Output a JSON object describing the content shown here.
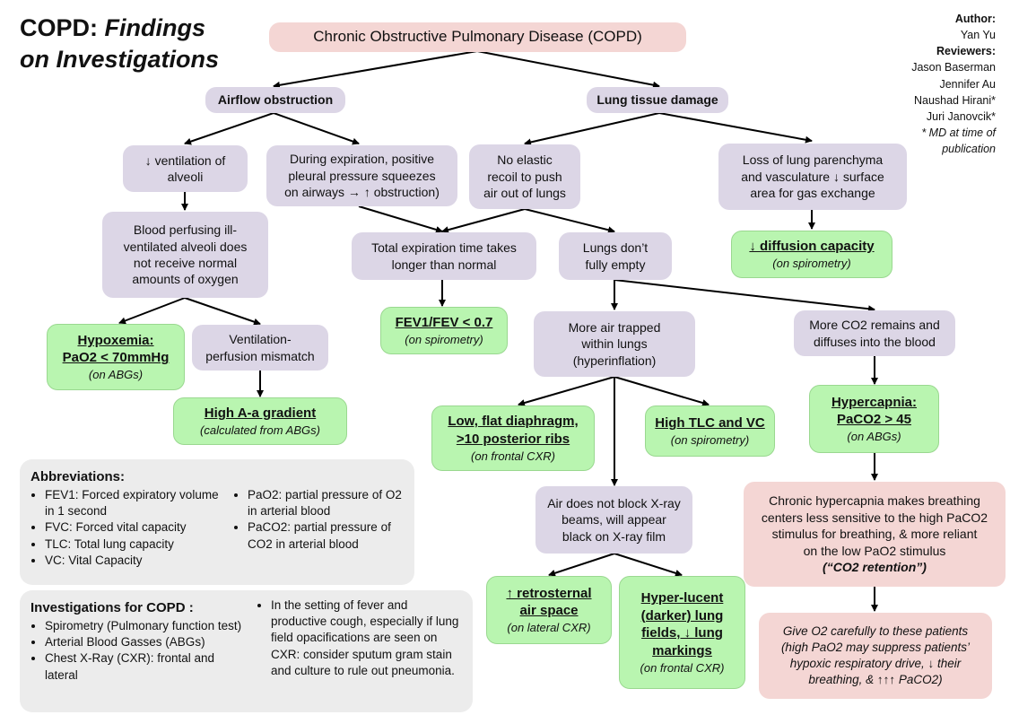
{
  "title": {
    "main": "COPD:",
    "italic_line1": "Findings",
    "italic_line2": "on Investigations"
  },
  "credits": {
    "author_label": "Author:",
    "author": "Yan Yu",
    "reviewers_label": "Reviewers:",
    "reviewers": [
      "Jason Baserman",
      "Jennifer Au",
      "Naushad Hirani*",
      "Juri Janovcik*"
    ],
    "note_line1": "* MD at time of",
    "note_line2": "publication"
  },
  "nodes": {
    "copd": "Chronic Obstructive Pulmonary Disease (COPD)",
    "airflow": "Airflow obstruction",
    "lungdamage": "Lung tissue damage",
    "vent": [
      "↓ ventilation of",
      "alveoli"
    ],
    "pleural": [
      "During expiration, positive",
      "pleural pressure squeezes",
      "on airways → ↑ obstruction)"
    ],
    "elastic": [
      "No elastic",
      "recoil to push",
      "air out of lungs"
    ],
    "parenchyma": [
      "Loss of lung parenchyma",
      "and vasculature ↓ surface",
      "area for gas exchange"
    ],
    "perfusing": [
      "Blood perfusing ill-",
      "ventilated alveoli does",
      "not receive normal",
      "amounts of oxygen"
    ],
    "exptime": [
      "Total expiration time takes",
      "longer than normal"
    ],
    "notempty": [
      "Lungs don’t",
      "fully empty"
    ],
    "diffusion": {
      "title": "↓ diffusion capacity",
      "sub": "(on spirometry)"
    },
    "hypoxemia": {
      "title": [
        "Hypoxemia:",
        "PaO2 < 70mmHg"
      ],
      "sub": "(on ABGs)"
    },
    "vq": [
      "Ventilation-",
      "perfusion mismatch"
    ],
    "fev": {
      "title": "FEV1/FEV < 0.7",
      "sub": "(on spirometry)"
    },
    "trapped": [
      "More air trapped",
      "within lungs",
      "(hyperinflation)"
    ],
    "co2": [
      "More CO2 remains and",
      "diffuses into the blood"
    ],
    "aa": {
      "title": "High A-a gradient",
      "sub": "(calculated from ABGs)"
    },
    "diaphragm": {
      "title": [
        "Low, flat diaphragm,",
        ">10 posterior ribs"
      ],
      "sub": "(on frontal CXR)"
    },
    "tlc": {
      "title": "High TLC and VC",
      "sub": "(on spirometry)"
    },
    "hypercapnia": {
      "title": [
        "Hypercapnia:",
        "PaCO2 > 45"
      ],
      "sub": "(on ABGs)"
    },
    "xray": [
      "Air does not block X-ray",
      "beams, will appear",
      "black on X-ray film"
    ],
    "chronic": [
      "Chronic hypercapnia makes breathing",
      "centers less sensitive to the high PaCO2",
      "stimulus for breathing, & more reliant",
      "on the low PaO2 stimulus"
    ],
    "chronic_tag": "(“CO2 retention”)",
    "retro": {
      "title": [
        "↑ retrosternal",
        "air space"
      ],
      "sub": "(on lateral CXR)"
    },
    "hyperlucent": {
      "title": [
        "Hyper-lucent",
        "(darker) lung",
        "fields, ↓ lung",
        "markings"
      ],
      "sub": "(on frontal CXR)"
    },
    "giveo2": [
      "Give O2 carefully to these patients",
      "(high PaO2 may suppress patients’",
      "hypoxic respiratory drive, ↓ their",
      "breathing, & ↑↑↑ PaCO2)"
    ]
  },
  "abbreviations": {
    "heading": "Abbreviations:",
    "left": [
      "FEV1: Forced expiratory volume in 1 second",
      "FVC: Forced vital capacity",
      "TLC:  Total lung capacity",
      "VC: Vital Capacity"
    ],
    "right": [
      "PaO2: partial pressure of O2 in arterial blood",
      "PaCO2: partial pressure of CO2 in arterial blood"
    ]
  },
  "investigations": {
    "heading": "Investigations for COPD :",
    "left": [
      "Spirometry (Pulmonary function test)",
      "Arterial Blood Gasses (ABGs)",
      "Chest X-Ray (CXR): frontal and lateral"
    ],
    "right": [
      "In the setting of fever and productive cough, especially if lung field opacifications are seen on CXR: consider sputum gram stain and culture to rule out pneumonia."
    ]
  }
}
